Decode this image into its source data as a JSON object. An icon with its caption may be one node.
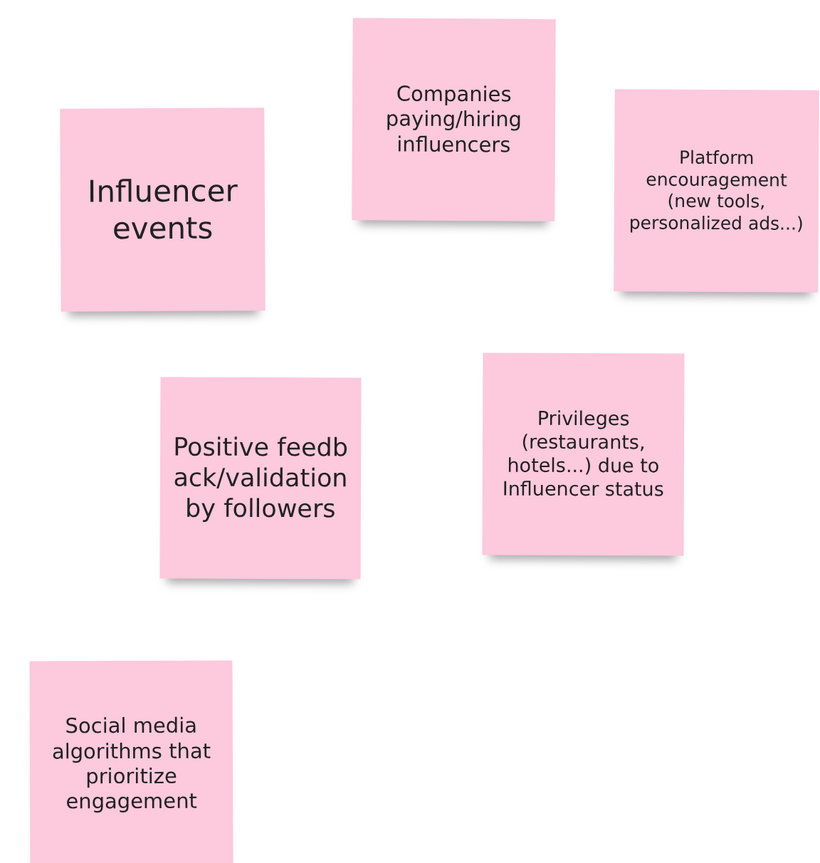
{
  "diagram": {
    "nodes": [
      {
        "text": [
          "Influencer events"
        ]
      },
      {
        "text": [
          "Companies paying/hiring influencers"
        ]
      },
      {
        "text": [
          "Platform encouragement (new tools, personalized ads...)"
        ]
      },
      {
        "text": [
          "Positive feedback/validation by followers"
        ]
      },
      {
        "text": [
          "Privileges (restaurants, hotels...) due to Influencer status"
        ]
      },
      {
        "text": [
          "Social media algorithms that prioritize engagement"
        ]
      }
    ]
  }
}
